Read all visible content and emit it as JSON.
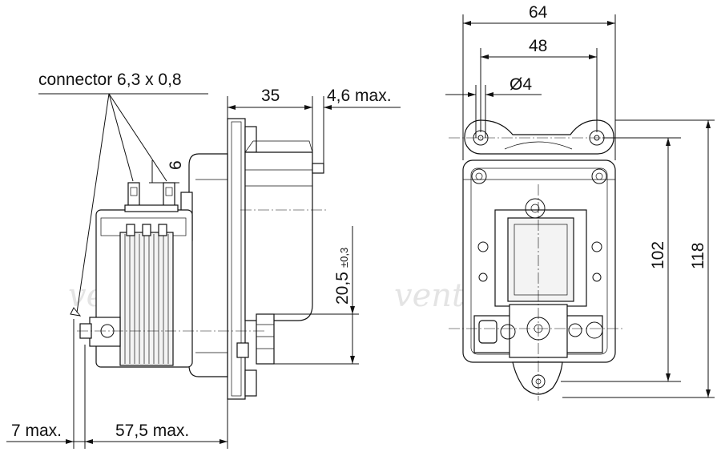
{
  "watermark": "ventilatory.ru",
  "labels": {
    "connector": "connector 6,3 x 0,8",
    "six": "6",
    "seven_max": "7 max.",
    "fifty_seven": "57,5 max.",
    "thirty_five": "35",
    "four_six": "4,6 max.",
    "twenty_main": "20,5",
    "twenty_tol": "±0,3",
    "sixty_four": "64",
    "forty_eight": "48",
    "diameter": "Ø4",
    "one_hundred_two": "102",
    "one_hundred_eighteen": "118"
  },
  "colors": {
    "line": "#111111",
    "watermark": "#e4e4e4",
    "background": "#ffffff"
  }
}
